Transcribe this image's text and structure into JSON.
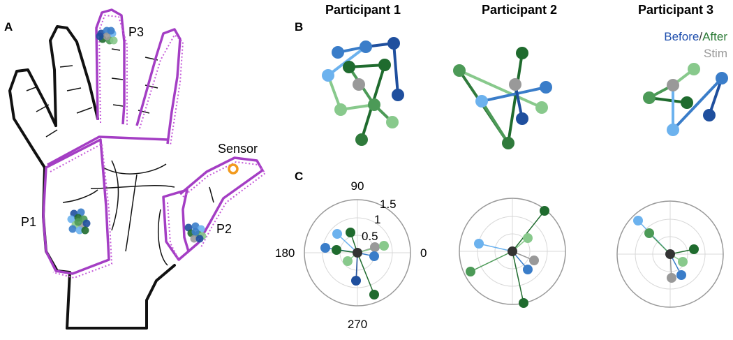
{
  "panel_labels": {
    "a": "A",
    "b": "B",
    "c": "C"
  },
  "titles": [
    "Participant 1",
    "Participant 2",
    "Participant 3"
  ],
  "hand": {
    "p1": "P1",
    "p2": "P2",
    "p3": "P3",
    "sensor": "Sensor"
  },
  "legend": {
    "before": "Before",
    "slash": "/",
    "after": "After",
    "stim": "Stim"
  },
  "polar": {
    "angle_labels": [
      "90",
      "180",
      "0",
      "270"
    ],
    "radial_ticks": [
      "0.5",
      "1",
      "1.5"
    ]
  },
  "colors": {
    "before": [
      "#1f4f9e",
      "#3a7dc9",
      "#6cb2ee"
    ],
    "after": [
      "#1f6b2e",
      "#4c9a57",
      "#88c98c"
    ],
    "stim": "#999999",
    "center": "#333333",
    "outline_magenta": "#a43ec4",
    "sensor": "#f29a1e"
  }
}
